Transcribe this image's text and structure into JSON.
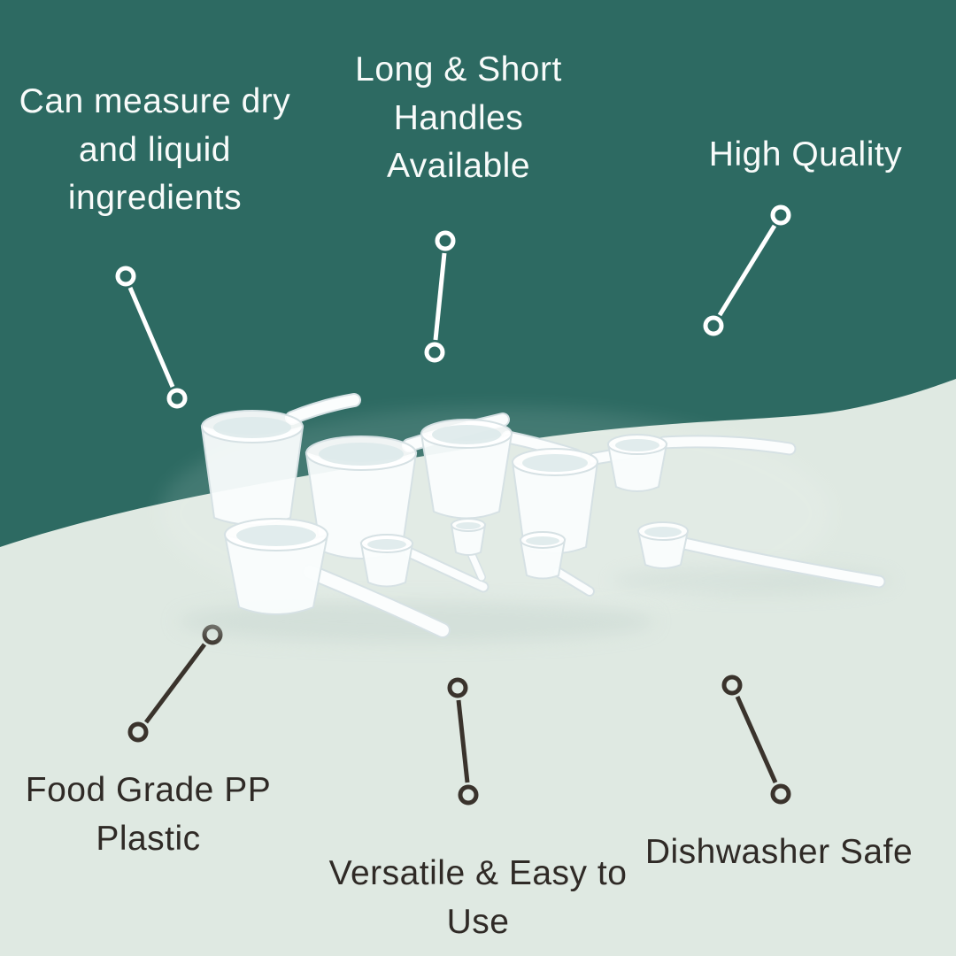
{
  "colors": {
    "bg_top": "#2d6a62",
    "bg_bottom": "#dfe9e2",
    "text_light": "#f8fbfa",
    "text_dark": "#2f2a26",
    "connector_light": "#ffffff",
    "connector_dark": "#3a332c",
    "scoop_fill": "#fafdfd",
    "scoop_stroke": "#d6e1e4"
  },
  "callouts": {
    "measure": {
      "lines": [
        "Can measure dry",
        "and liquid",
        "ingredients"
      ]
    },
    "handles": {
      "lines": [
        "Long & Short",
        "Handles",
        "Available"
      ]
    },
    "quality": {
      "lines": [
        "High Quality"
      ]
    },
    "food_grade": {
      "lines": [
        "Food Grade PP",
        "Plastic"
      ]
    },
    "versatile": {
      "lines": [
        "Versatile & Easy to",
        "Use"
      ]
    },
    "dishwasher": {
      "lines": [
        "Dishwasher Safe"
      ]
    }
  }
}
